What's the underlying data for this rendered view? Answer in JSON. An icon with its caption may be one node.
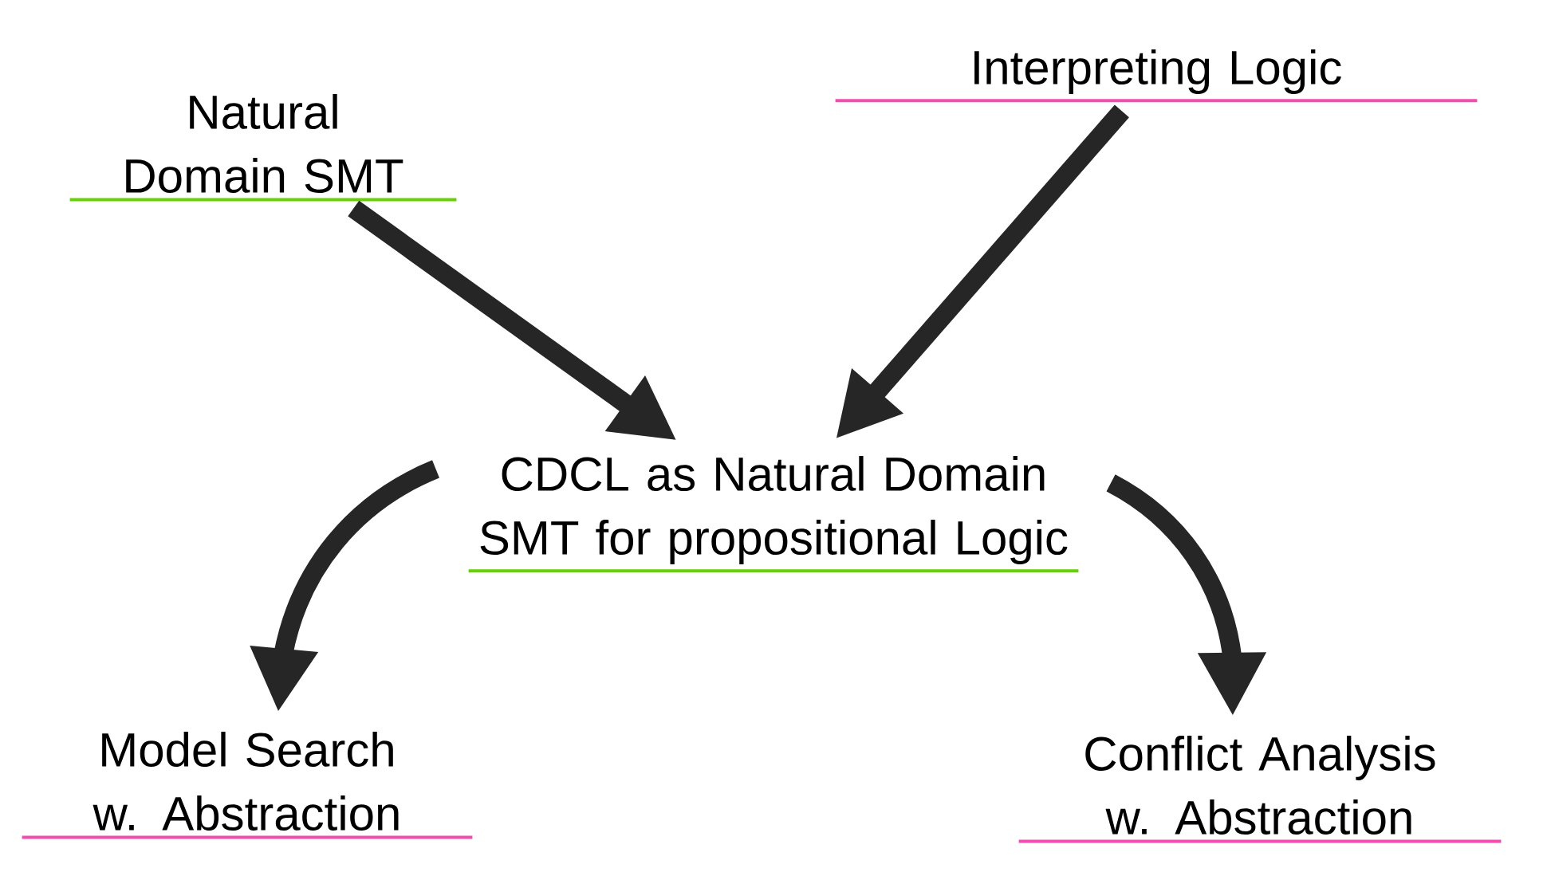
{
  "diagram": {
    "nodes": [
      {
        "text": [
          "Natural Domain SMT"
        ]
      },
      {
        "text": [
          "Interpreting Logic"
        ]
      },
      {
        "text": [
          "CDCL as Natural Domain SMT for propositional Logic"
        ]
      },
      {
        "text": [
          "Model Search w. Abstraction"
        ]
      },
      {
        "text": [
          "Conflict Analysis w. Abstraction"
        ]
      }
    ],
    "edges": [
      {
        "from": 0,
        "to": 2,
        "arrow": "to"
      },
      {
        "from": 1,
        "to": 2,
        "arrow": "to"
      },
      {
        "from": 2,
        "to": 3,
        "arrow": "to"
      },
      {
        "from": 2,
        "to": 4,
        "arrow": "to"
      }
    ]
  }
}
